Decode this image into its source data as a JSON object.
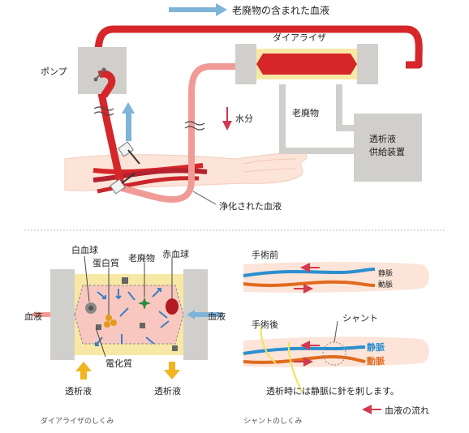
{
  "top": {
    "arrow_label": "老廃物の含まれた血液",
    "pump": "ポンプ",
    "dializer": "ダイアライザ",
    "waste": "老廃物",
    "water": "水分",
    "supply": [
      "透析液",
      "供給装置"
    ],
    "purified": "浄化された血液"
  },
  "dialyzer_detail": {
    "white_cell": "白血球",
    "protein": "蛋白質",
    "waste": "老廃物",
    "red_cell": "赤血球",
    "blood_left": "血液",
    "blood_right": "血液",
    "electrolyte": "電化質",
    "dialysate_in": "透析液",
    "dialysate_out": "透析液",
    "caption": "ダイアライザのしくみ"
  },
  "shunt": {
    "before": "手術前",
    "after": "手術後",
    "vein": "静脈",
    "artery": "動脈",
    "shunt_label": "シャント",
    "vein_after": "静脈",
    "artery_after": "動脈",
    "note": "透析時には静脈に針を刺します。",
    "legend": "血液の流れ",
    "caption": "シャントのしくみ"
  },
  "colors": {
    "blood_red": "#d6262a",
    "pink": "#f19b96",
    "gray": "#d1cfcc",
    "cream": "#f8e8a6",
    "blue_arrow": "#7fb4d9",
    "vein_blue": "#2a8fd0",
    "artery_orange": "#e06a1e"
  }
}
